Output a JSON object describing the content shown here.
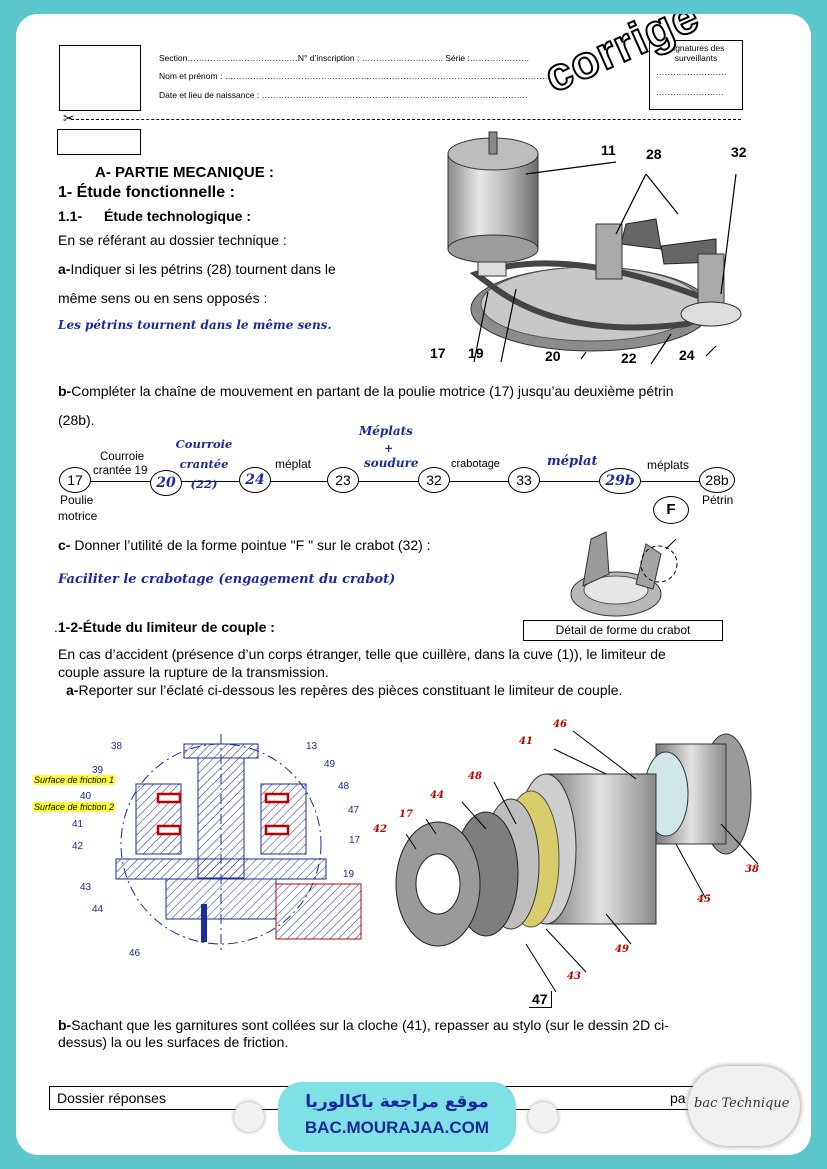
{
  "header": {
    "section": "Section…………………………………N° d’inscription : ……………………….. Série :…………………",
    "nom": "Nom et prénom : ……………………………………………………………………………………………………",
    "date": "Date et lieu de naissance : ………………………………………………………………………………….",
    "signatures": "Signatures des surveillants",
    "sig_dots1": "…………………….",
    "sig_dots2": "……………………",
    "stamp": "corrigé"
  },
  "partA": {
    "title": "A- PARTIE MECANIQUE :",
    "s1": "1- Étude fonctionnelle :",
    "s11_num": "1.1-",
    "s11": "Étude technologique :",
    "intro": "En se référant au dossier technique :",
    "qa_prefix": "a-",
    "qa_line1": "Indiquer si les pétrins (28) tournent dans le",
    "qa_line2": "même sens ou en sens opposés :",
    "qa_answer": "Les pétrins tournent dans le même sens.",
    "qb_prefix": "b-",
    "qb_line1": "Compléter la chaîne de mouvement en partant de la poulie motrice (17) jusqu’au deuxième pétrin",
    "qb_line2": "(28b).",
    "qc_prefix": "c-",
    "qc_text": " Donner l’utilité de la forme pointue \"F \" sur le crabot (32) :",
    "qc_answer": "Faciliter le crabotage (engagement du crabot)",
    "detail_caption": "Détail de forme du crabot",
    "F": "F"
  },
  "motor_labels": [
    "11",
    "28",
    "32",
    "17",
    "19",
    "20",
    "22",
    "24"
  ],
  "chain": {
    "nodes": [
      "17",
      "20",
      "24",
      "23",
      "32",
      "33",
      "29b",
      "28b"
    ],
    "poulie": "Poulie",
    "motrice": "motrice",
    "petrin": "Pétrin",
    "l1a": "Courroie",
    "l1b": "crantée 19",
    "l2": "Courroie crantée (22)",
    "l3": "méplat",
    "l4a": "Méplats",
    "l4b": "+",
    "l4c": "soudure",
    "l5": "crabotage",
    "l6": "méplat",
    "l7": "méplats"
  },
  "s12": {
    "prefix": ".",
    "title": "1-2-Étude du limiteur de couple :",
    "p1": "En cas d’accident (présence d’un corps étranger, telle que cuillère, dans la cuve (1)), le limiteur de",
    "p2": "couple assure la rupture de la transmission.",
    "qa_prefix": "a-",
    "qa": "Reporter sur l’éclaté ci-dessous les repères des pièces constituant le limiteur de couple.",
    "qb_prefix": "b-",
    "qb1": "Sachant que les garnitures sont collées sur la cloche (41), repasser au stylo (sur le dessin 2D ci-",
    "qb2": "dessus) la ou les surfaces de friction."
  },
  "section_labels": {
    "left": [
      "38",
      "39",
      "40",
      "41",
      "42",
      "43",
      "44",
      "46"
    ],
    "right": [
      "13",
      "49",
      "48",
      "47",
      "17",
      "19"
    ],
    "friction1": "Surface de friction 1",
    "friction2": "Surface de friction 2"
  },
  "exploded_labels": [
    "46",
    "41",
    "48",
    "44",
    "17",
    "42",
    "38",
    "45",
    "49",
    "43",
    "47"
  ],
  "footer": {
    "left": "Dossier réponses",
    "right": "pa",
    "watermark_ar": "موقع مراجعة باكالوريا",
    "watermark_url": "BAC.MOURAJAA.COM",
    "logo": "bac Technique"
  },
  "colors": {
    "frame": "#5cc6cc",
    "ink": "#1a2aa0",
    "red": "#c00000",
    "highlight": "#ffff30"
  }
}
